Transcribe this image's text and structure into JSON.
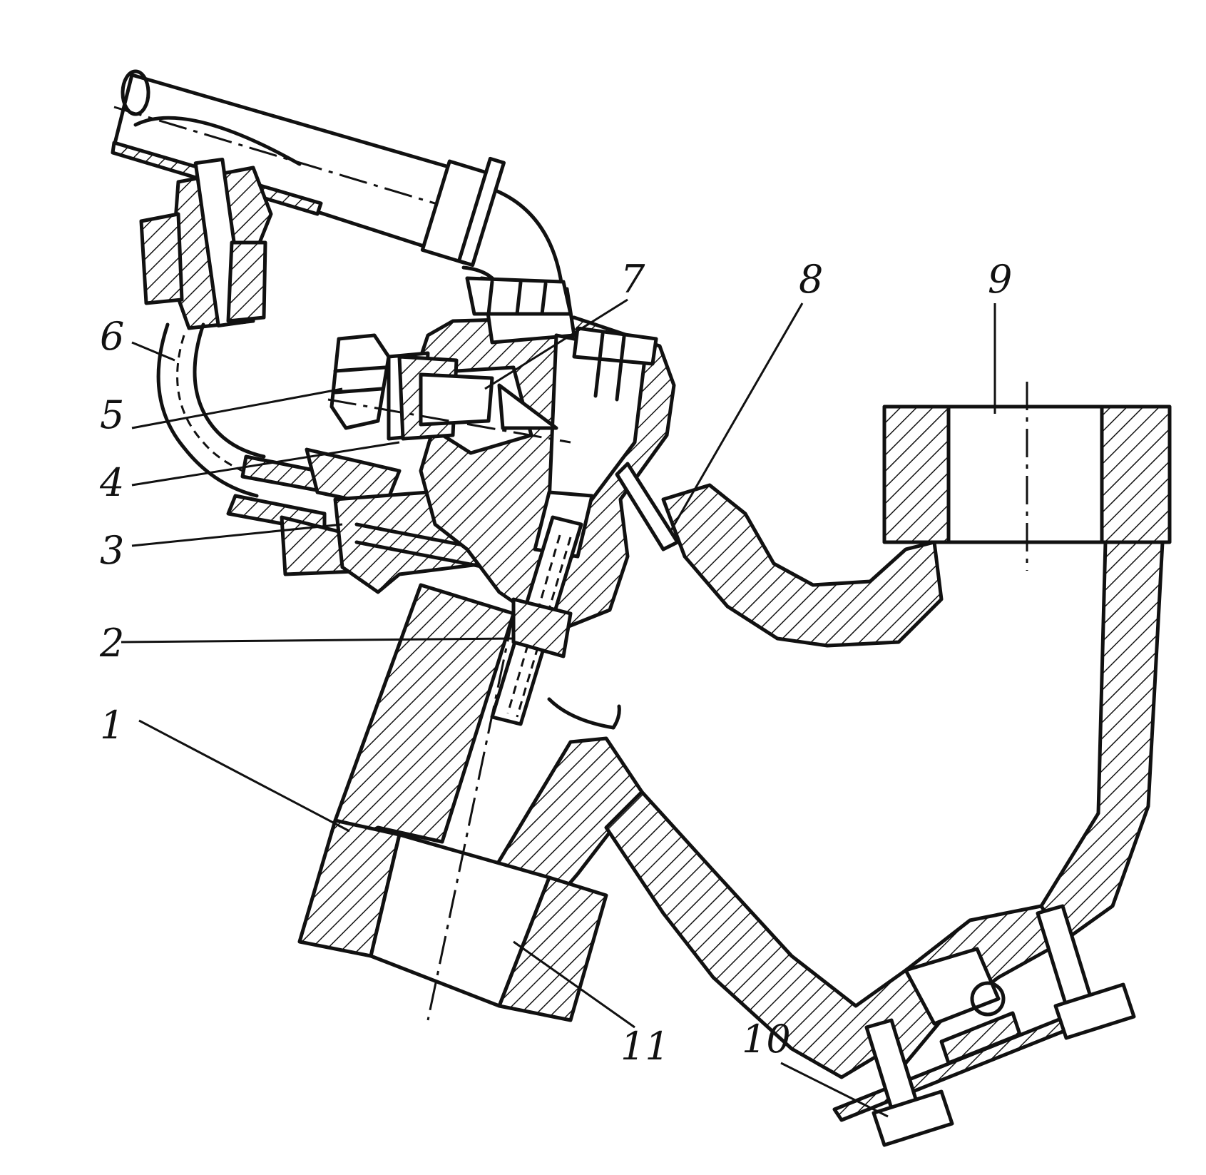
{
  "labels": {
    "l1": "1",
    "l2": "2",
    "l3": "3",
    "l4": "4",
    "l5": "5",
    "l6": "6",
    "l7": "7",
    "l8": "8",
    "l9": "9",
    "l10": "10",
    "l11": "11"
  },
  "colors": {
    "ink": "#111111",
    "paper": "#ffffff"
  }
}
